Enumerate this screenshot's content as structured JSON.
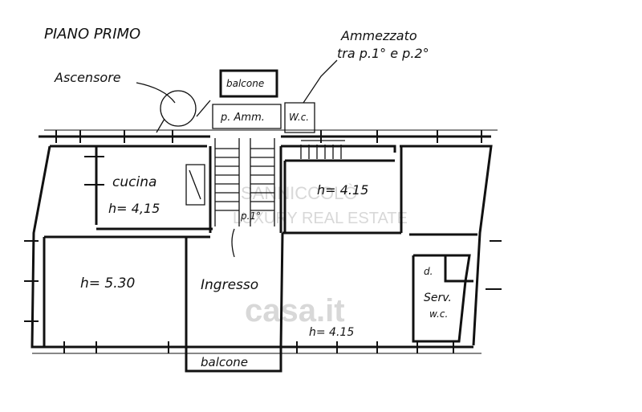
{
  "title": "PIANO PRIMO",
  "labels": {
    "ascensore": "Ascensore",
    "ammezzato_1": "Ammezzato",
    "ammezzato_2": "tra p.1° e p.2°",
    "balcone_top": "balcone",
    "p_amm": "p. Amm.",
    "wc": "W.c.",
    "cucina": "cucina",
    "h_cucina": "h= 4,15",
    "h_right": "h= 4.15",
    "p_landing": "p.1°",
    "h_left": "h= 5.30",
    "ingresso": "Ingresso",
    "h_ingresso": "h= 4.15",
    "d_small": "d.",
    "serv": "Serv.",
    "wc_small": "w.c.",
    "balcone_bottom": "balcone"
  },
  "watermarks": {
    "line1": "SANNICCOLÒ",
    "line2": "LUXURY REAL ESTATE",
    "line3": "casa.it"
  },
  "colors": {
    "ink": "#111111",
    "watermark": "#d8d8d8",
    "paper": "#ffffff"
  }
}
